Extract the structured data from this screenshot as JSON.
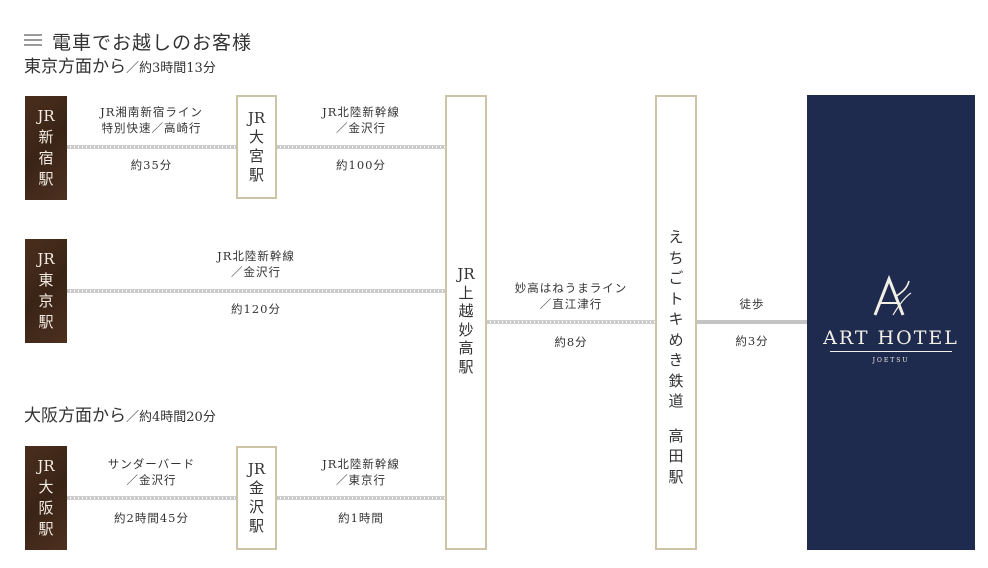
{
  "header": {
    "title": "電車でお越しのお客様"
  },
  "routes": {
    "tokyo_heading": "東京方面から",
    "tokyo_time": "／約3時間13分",
    "osaka_heading": "大阪方面から",
    "osaka_time": "／約4時間20分"
  },
  "stations": {
    "shinjuku": [
      "JR",
      "新",
      "宿",
      "駅"
    ],
    "omiya": [
      "JR",
      "大",
      "宮",
      "駅"
    ],
    "tokyo": [
      "JR",
      "東",
      "京",
      "駅"
    ],
    "osaka": [
      "JR",
      "大",
      "阪",
      "駅"
    ],
    "kanazawa": [
      "JR",
      "金",
      "沢",
      "駅"
    ],
    "joetsu_myoko": [
      "JR",
      "上",
      "越",
      "妙",
      "高",
      "駅"
    ],
    "takada": [
      "え",
      "ち",
      "ご",
      "ト",
      "キ",
      "め",
      "き",
      "鉄",
      "道",
      "",
      "高",
      "田",
      "駅"
    ]
  },
  "segments": {
    "shinjuku_omiya": {
      "line1": "JR湘南新宿ライン",
      "line2": "特別快速／高崎行",
      "time": "約35分"
    },
    "omiya_joetsu": {
      "line1": "JR北陸新幹線",
      "line2": "／金沢行",
      "time": "約100分"
    },
    "tokyo_joetsu": {
      "line1": "JR北陸新幹線",
      "line2": "／金沢行",
      "time": "約120分"
    },
    "osaka_kanazawa": {
      "line1": "サンダーバード",
      "line2": "／金沢行",
      "time": "約2時間45分"
    },
    "kanazawa_joetsu": {
      "line1": "JR北陸新幹線",
      "line2": "／東京行",
      "time": "約1時間"
    },
    "joetsu_takada": {
      "line1": "妙高はねうまライン",
      "line2": "／直江津行",
      "time": "約8分"
    },
    "takada_hotel": {
      "line1": "徒歩",
      "time": "約3分"
    }
  },
  "hotel": {
    "name": "ART HOTEL",
    "sub": "JOETSU",
    "bg_color": "#1f2b4e"
  }
}
